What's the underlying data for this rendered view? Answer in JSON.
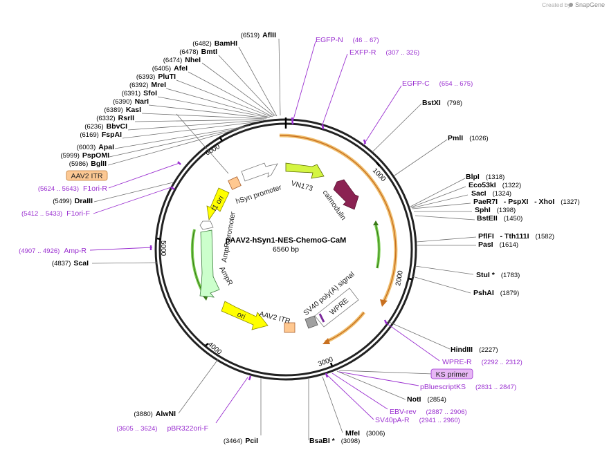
{
  "credit": {
    "text": "Created by",
    "brand": "SnapGene"
  },
  "plasmid": {
    "name": "pAAV2-hSyn1-NES-ChemoG-CaM",
    "size": "6560 bp"
  },
  "ticks": [
    "1000",
    "2000",
    "3000",
    "4000",
    "5000",
    "6000"
  ],
  "features": [
    "VN173",
    "calmodulin",
    "hSyn promoter",
    "f1 ori",
    "AmpR promoter",
    "AmpR",
    "ori",
    "AAV2 ITR",
    "SV40 poly(A) signal",
    "WPRE"
  ],
  "enzymes_left": [
    {
      "pos": "(6519)",
      "name": "AflII"
    },
    {
      "pos": "(6482)",
      "name": "BamHI"
    },
    {
      "pos": "(6478)",
      "name": "BmtI"
    },
    {
      "pos": "(6474)",
      "name": "NheI"
    },
    {
      "pos": "(6405)",
      "name": "AfeI"
    },
    {
      "pos": "(6393)",
      "name": "PluTI"
    },
    {
      "pos": "(6392)",
      "name": "MreI"
    },
    {
      "pos": "(6391)",
      "name": "SfoI"
    },
    {
      "pos": "(6390)",
      "name": "NarI"
    },
    {
      "pos": "(6389)",
      "name": "KasI"
    },
    {
      "pos": "(6332)",
      "name": "RsrII"
    },
    {
      "pos": "(6236)",
      "name": "BbvCI"
    },
    {
      "pos": "(6169)",
      "name": "FspAI"
    },
    {
      "pos": "(6003)",
      "name": "ApaI"
    },
    {
      "pos": "(5999)",
      "name": "PspOMI"
    },
    {
      "pos": "(5986)",
      "name": "BglII"
    },
    {
      "pos": "(5499)",
      "name": "DraIII"
    },
    {
      "pos": "(4837)",
      "name": "ScaI"
    },
    {
      "pos": "(3880)",
      "name": "AlwNI"
    },
    {
      "pos": "(3464)",
      "name": "PciI"
    }
  ],
  "enzymes_right": [
    {
      "name": "BstXI",
      "pos": "(798)"
    },
    {
      "name": "PmlI",
      "pos": "(1026)"
    },
    {
      "name": "BlpI",
      "pos": "(1318)"
    },
    {
      "name": "Eco53kI",
      "pos": "(1322)"
    },
    {
      "name": "SacI",
      "pos": "(1324)"
    },
    {
      "name": "PaeR7I   - PspXI   - XhoI",
      "pos": "(1327)"
    },
    {
      "name": "SphI",
      "pos": "(1398)"
    },
    {
      "name": "BstEII",
      "pos": "(1450)"
    },
    {
      "name": "PflFI   - Tth111I",
      "pos": "(1582)"
    },
    {
      "name": "PasI",
      "pos": "(1614)"
    },
    {
      "name": "StuI *",
      "pos": "(1783)"
    },
    {
      "name": "PshAI",
      "pos": "(1879)"
    },
    {
      "name": "HindIII",
      "pos": "(2227)"
    },
    {
      "name": "NotI",
      "pos": "(2854)"
    },
    {
      "name": "MfeI",
      "pos": "(3006)"
    },
    {
      "name": "BsaBI *",
      "pos": "(3098)"
    }
  ],
  "primers": [
    {
      "name": "EGFP-N",
      "pos": "(46 .. 67)"
    },
    {
      "name": "EXFP-R",
      "pos": "(307 .. 326)"
    },
    {
      "name": "EGFP-C",
      "pos": "(654 .. 675)"
    },
    {
      "name": "F1ori-R",
      "pos": "(5624 .. 5643)"
    },
    {
      "name": "F1ori-F",
      "pos": "(5412 .. 5433)"
    },
    {
      "name": "Amp-R",
      "pos": "(4907 .. 4926)"
    },
    {
      "name": "WPRE-R",
      "pos": "(2292 .. 2312)"
    },
    {
      "name": "pBluescriptKS",
      "pos": "(2831 .. 2847)"
    },
    {
      "name": "EBV-rev",
      "pos": "(2887 .. 2906)"
    },
    {
      "name": "SV40pA-R",
      "pos": "(2941 .. 2960)"
    },
    {
      "name": "pBR322ori-F",
      "pos": "(3605 .. 3624)"
    }
  ],
  "boxed_labels": {
    "aav2_itr": "AAV2 ITR",
    "ks_primer": "KS primer"
  },
  "colors": {
    "primer": "#9a2fd0",
    "vn173": "#d4f542",
    "calmodulin": "#8b2252",
    "ampr": "#ccffcc",
    "ori": "#ffff00",
    "itr": "#ffc890",
    "orf": "#e8a040",
    "itr_box": "#fcc893",
    "ks_box": "#e7b7f5"
  }
}
